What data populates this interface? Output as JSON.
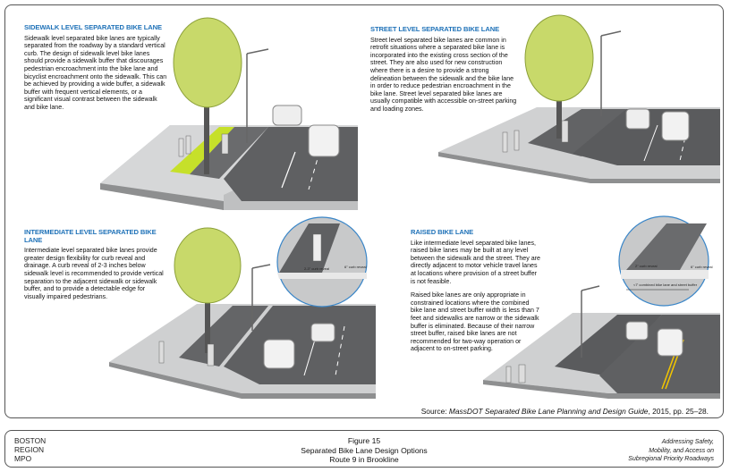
{
  "panels": [
    {
      "heading": "SIDEWALK LEVEL SEPARATED BIKE LANE",
      "paragraphs": [
        "Sidewalk level separated bike lanes are typically separated from the roadway by a standard vertical curb. The design of sidewalk level bike lanes should provide a sidewalk buffer that discourages pedestrian encroachment into the bike lane and bicyclist encroachment onto the sidewalk. This can be achieved by providing a wide buffer, a sidewalk buffer with frequent vertical elements, or a significant visual contrast between the sidewalk and bike lane."
      ]
    },
    {
      "heading": "STREET LEVEL SEPARATED BIKE LANE",
      "paragraphs": [
        "Street level separated bike lanes are common in retrofit situations where a separated bike lane is incorporated into the existing cross section of the street. They are also used for new construction where there is a desire to provide a strong delineation between the sidewalk and the bike lane in order to reduce pedestrian encroachment in the bike lane. Street level separated bike lanes are usually compatible with accessible on-street parking and loading zones."
      ]
    },
    {
      "heading": "INTERMEDIATE LEVEL SEPARATED BIKE LANE",
      "paragraphs": [
        "Intermediate level separated bike lanes provide greater design flexibility for curb reveal and drainage. A curb reveal of 2-3 inches below sidewalk level is recommended to provide vertical separation to the adjacent sidewalk or sidewalk buffer, and to provide a detectable edge for visually impaired pedestrians."
      ]
    },
    {
      "heading": "RAISED BIKE LANE",
      "paragraphs": [
        "Like intermediate level separated bike lanes, raised bike lanes may be built at any level between the sidewalk and the street. They are directly adjacent to motor vehicle travel lanes at locations where provision of a street buffer is not feasible.",
        "Raised bike lanes are only appropriate in constrained locations where the combined bike lane and street buffer width is less than 7 feet and sidewalks are narrow or the sidewalk buffer is eliminated. Because of their narrow street buffer, raised bike lanes are not recommended for two-way operation or adjacent to on-street parking."
      ]
    }
  ],
  "callouts": {
    "intermediate": [
      "2-3\" curb reveal",
      "6\" curb reveal"
    ],
    "raised": [
      "2\" curb reveal",
      "6\" curb reveal",
      "<7' combined bike lane and street buffer"
    ]
  },
  "source": {
    "prefix": "Source: ",
    "title": "MassDOT Separated Bike Lane Planning and Design Guide",
    "suffix": ", 2015, pp. 25–28."
  },
  "footer": {
    "org": [
      "BOSTON",
      "REGION",
      "MPO"
    ],
    "figure": "Figure 15",
    "title": "Separated Bike Lane Design Options",
    "subtitle": "Route 9 in Brookline",
    "report": [
      "Addressing Safety,",
      "Mobility, and Access on",
      "Subregional Priority Roadways"
    ]
  },
  "colors": {
    "heading": "#1f72b8",
    "tree": "#c8d96a",
    "bike_lane_green": "#c6e02a",
    "road": "#5f6062",
    "sidewalk": "#cfd0d1",
    "callout_circle": "#3a86c8"
  },
  "icons": [
    "tree-illustration",
    "street-lamp",
    "car",
    "pedestrian",
    "cyclist"
  ]
}
